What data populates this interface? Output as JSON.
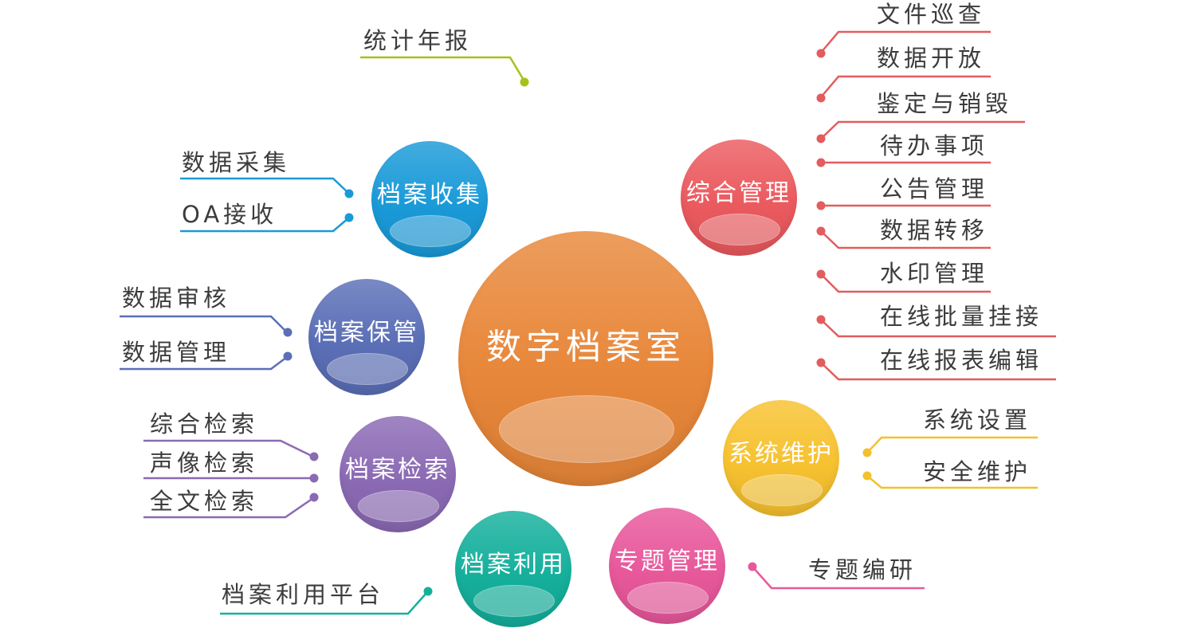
{
  "center": {
    "label": "数字档案室",
    "color": "#e8873a"
  },
  "modules": [
    {
      "id": "collect",
      "label": "档案收集",
      "color": "#1a9ad8",
      "line_color": "#1a9ad8",
      "items": [
        "数据采集",
        "OA接收"
      ]
    },
    {
      "id": "custody",
      "label": "档案保管",
      "color": "#5b6fb7",
      "line_color": "#5b6fb7",
      "items": [
        "数据审核",
        "数据管理"
      ]
    },
    {
      "id": "search",
      "label": "档案检索",
      "color": "#8b6ab4",
      "line_color": "#8b6ab4",
      "items": [
        "综合检索",
        "声像检索",
        "全文检索"
      ]
    },
    {
      "id": "use",
      "label": "档案利用",
      "color": "#15b09c",
      "line_color": "#15b09c",
      "items": [
        "档案利用平台"
      ]
    },
    {
      "id": "topic",
      "label": "专题管理",
      "color": "#e8589b",
      "line_color": "#e8589b",
      "items": [
        "专题编研"
      ]
    },
    {
      "id": "maint",
      "label": "系统维护",
      "color": "#f7c230",
      "line_color": "#f2c12e",
      "items": [
        "系统设置",
        "安全维护"
      ]
    },
    {
      "id": "mgmt",
      "label": "综合管理",
      "color": "#eb5a5f",
      "line_color": "#e35c5e",
      "items": [
        "文件巡查",
        "数据开放",
        "鉴定与销毁",
        "待办事项",
        "公告管理",
        "数据转移",
        "水印管理",
        "在线批量挂接",
        "在线报表编辑"
      ]
    }
  ],
  "extra": {
    "label": "统计年报",
    "line_color": "#a5c21a"
  }
}
